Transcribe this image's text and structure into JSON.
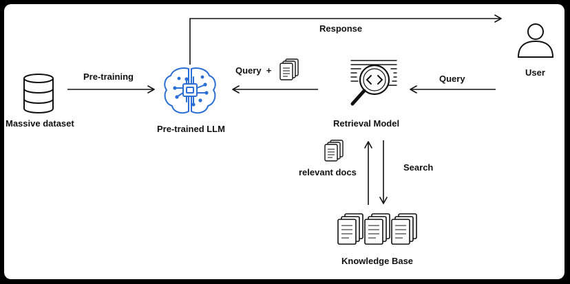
{
  "nodes": {
    "dataset": {
      "label": "Massive dataset",
      "icon": "database-icon"
    },
    "llm": {
      "label": "Pre-trained LLM",
      "icon": "brain-chip-icon",
      "icon_color": "#2b6fd6"
    },
    "retrieval": {
      "label": "Retrieval Model",
      "icon": "magnifier-code-icon"
    },
    "user": {
      "label": "User",
      "icon": "user-icon"
    },
    "knowledge_base": {
      "label": "Knowledge Base",
      "icon": "document-stacks-icon"
    }
  },
  "edges": {
    "pretraining": {
      "label": "Pre-training"
    },
    "response": {
      "label": "Response"
    },
    "query_user": {
      "label": "Query"
    },
    "query_plus": {
      "label": "Query  +"
    },
    "search": {
      "label": "Search"
    },
    "relevant_docs": {
      "label": "relevant docs"
    }
  }
}
